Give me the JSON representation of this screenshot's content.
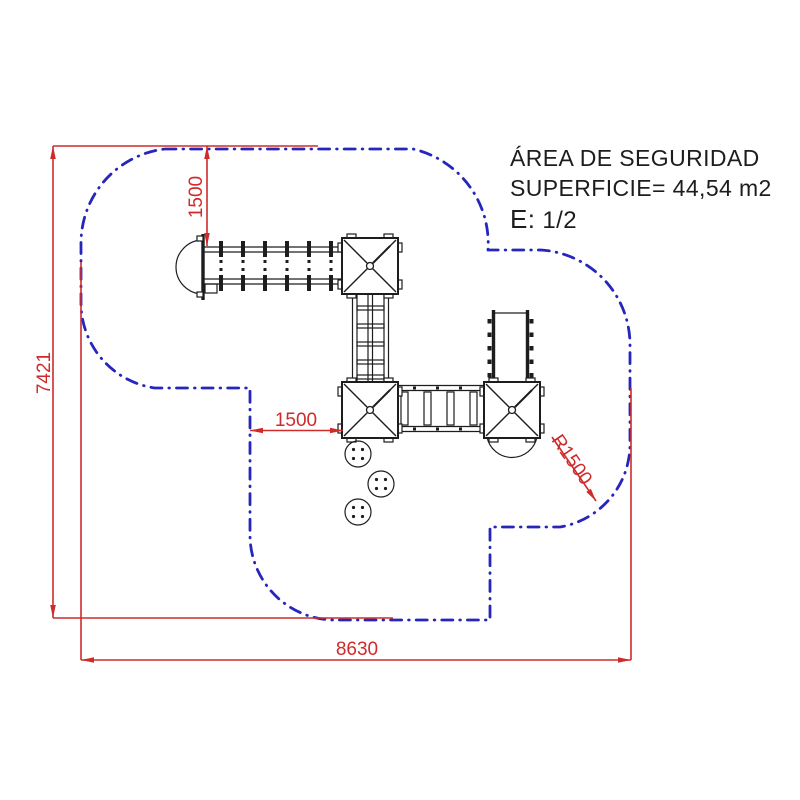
{
  "annotations": {
    "area_title": "ÁREA DE SEGURIDAD",
    "surface": "SUPERFICIE= 44,54 m2",
    "scale_label": "E:",
    "scale_value": "1/2"
  },
  "dimensions": {
    "total_height": "7421",
    "total_width": "8630",
    "top_clearance": "1500",
    "side_clearance": "1500",
    "corner_radius": "R1500"
  },
  "colors": {
    "dimension_red": "#cf2b2b",
    "boundary_blue": "#2626bd",
    "structure_black": "#1d1d1d",
    "background": "#ffffff"
  }
}
